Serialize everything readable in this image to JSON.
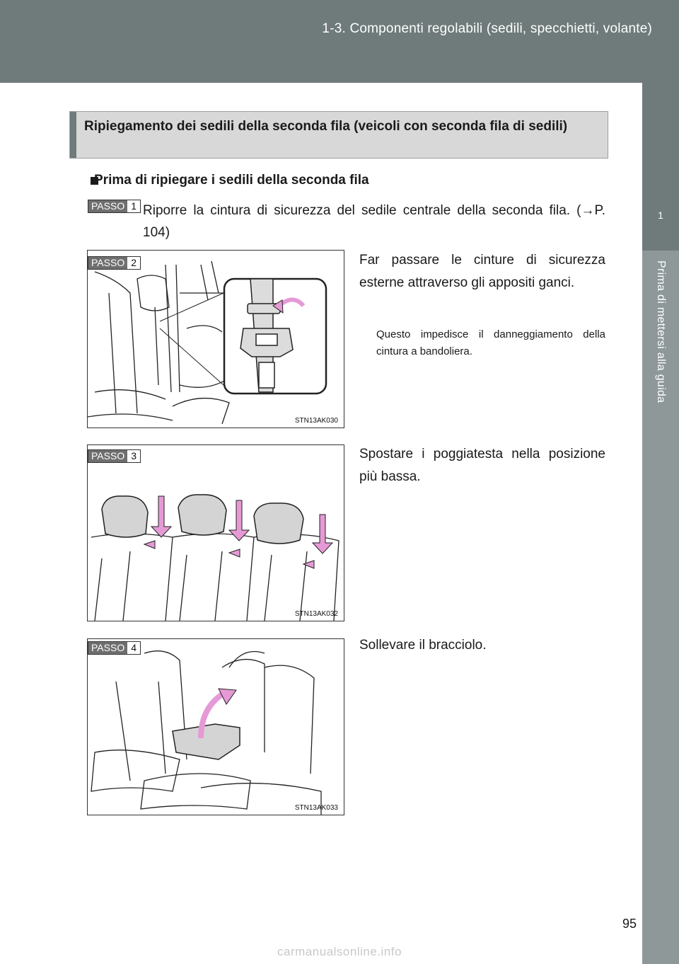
{
  "header": {
    "title": "1-3. Componenti regolabili (sedili, specchietti, volante)"
  },
  "side_tab": {
    "chapter_number": "1",
    "chapter_label": "Prima di mettersi alla guida"
  },
  "section": {
    "title": "Ripiegamento dei sedili della seconda fila (veicoli con seconda fila di sedili)"
  },
  "subheading": "Prima di ripiegare i sedili della seconda fila",
  "step_word": "PASSO",
  "steps": [
    {
      "number": "1",
      "text": "Riporre la cintura di sicurezza del sedile centrale della seconda fila. (→P. 104)"
    },
    {
      "number": "2",
      "text": "Far passare le cinture di sicurezza esterne attraverso gli appositi ganci.",
      "note": "Questo impedisce il danneggiamento della cintura a bandoliera.",
      "figure_code": "STN13AK030",
      "figure_icon": "seatbelt-hook-illustration"
    },
    {
      "number": "3",
      "text": "Spostare i poggiatesta nella posizione più bassa.",
      "figure_code": "STN13AK032",
      "figure_icon": "headrest-lowering-illustration"
    },
    {
      "number": "4",
      "text": "Sollevare il bracciolo.",
      "figure_code": "STN13AK033",
      "figure_icon": "armrest-raise-illustration"
    }
  ],
  "page_number": "95",
  "watermark": "carmanualsonline.info",
  "colors": {
    "header": "#6f7a7a",
    "side_strip": "#8e9898",
    "section_box": "#d8d8d8",
    "arrow": "#e59ad6"
  }
}
